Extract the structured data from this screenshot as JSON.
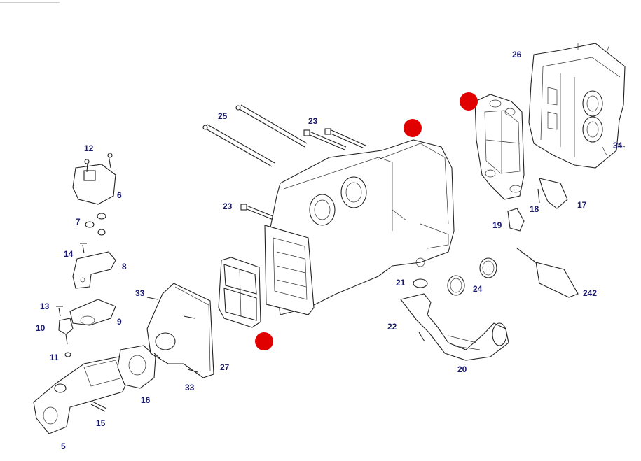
{
  "colors": {
    "marker": "#e00000",
    "label": "#1a1a6e",
    "line": "#222222"
  },
  "labels": {
    "l26": "26",
    "l34": "34",
    "l25": "25",
    "l23a": "23",
    "l23b": "23",
    "l12": "12",
    "l6": "6",
    "l7": "7",
    "l14": "14",
    "l8": "8",
    "l13": "13",
    "l9": "9",
    "l10": "10",
    "l11": "11",
    "l5": "5",
    "l15": "15",
    "l16": "16",
    "l33a": "33",
    "l33b": "33",
    "l27": "27",
    "l21": "21",
    "l22": "22",
    "l20": "20",
    "l24": "24",
    "l242": "242",
    "l19": "19",
    "l18": "18",
    "l17": "17"
  }
}
